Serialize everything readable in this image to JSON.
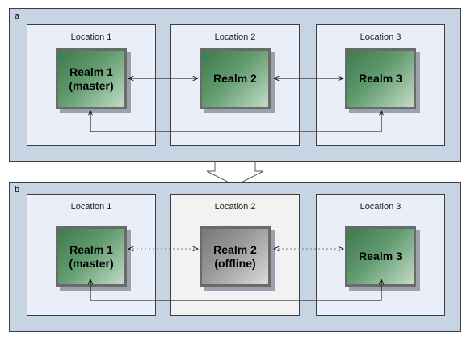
{
  "panel_a": {
    "label": "a",
    "locations": [
      {
        "label": "Location 1",
        "realm_line1": "Realm 1",
        "realm_line2": "(master)"
      },
      {
        "label": "Location 2",
        "realm_line1": "Realm 2",
        "realm_line2": ""
      },
      {
        "label": "Location 3",
        "realm_line1": "Realm 3",
        "realm_line2": ""
      }
    ]
  },
  "panel_b": {
    "label": "b",
    "locations": [
      {
        "label": "Location 1",
        "realm_line1": "Realm 1",
        "realm_line2": "(master)"
      },
      {
        "label": "Location 2",
        "realm_line1": "Realm 2",
        "realm_line2": "(offline)"
      },
      {
        "label": "Location 3",
        "realm_line1": "Realm 3",
        "realm_line2": ""
      }
    ]
  },
  "colors": {
    "panel_bg": "#c6d4e4",
    "location_bg": "#e9eef8",
    "offline_location_bg": "#f2f2f2",
    "realm_green": "#4a8a5a",
    "realm_grey": "#8c8c8c"
  }
}
